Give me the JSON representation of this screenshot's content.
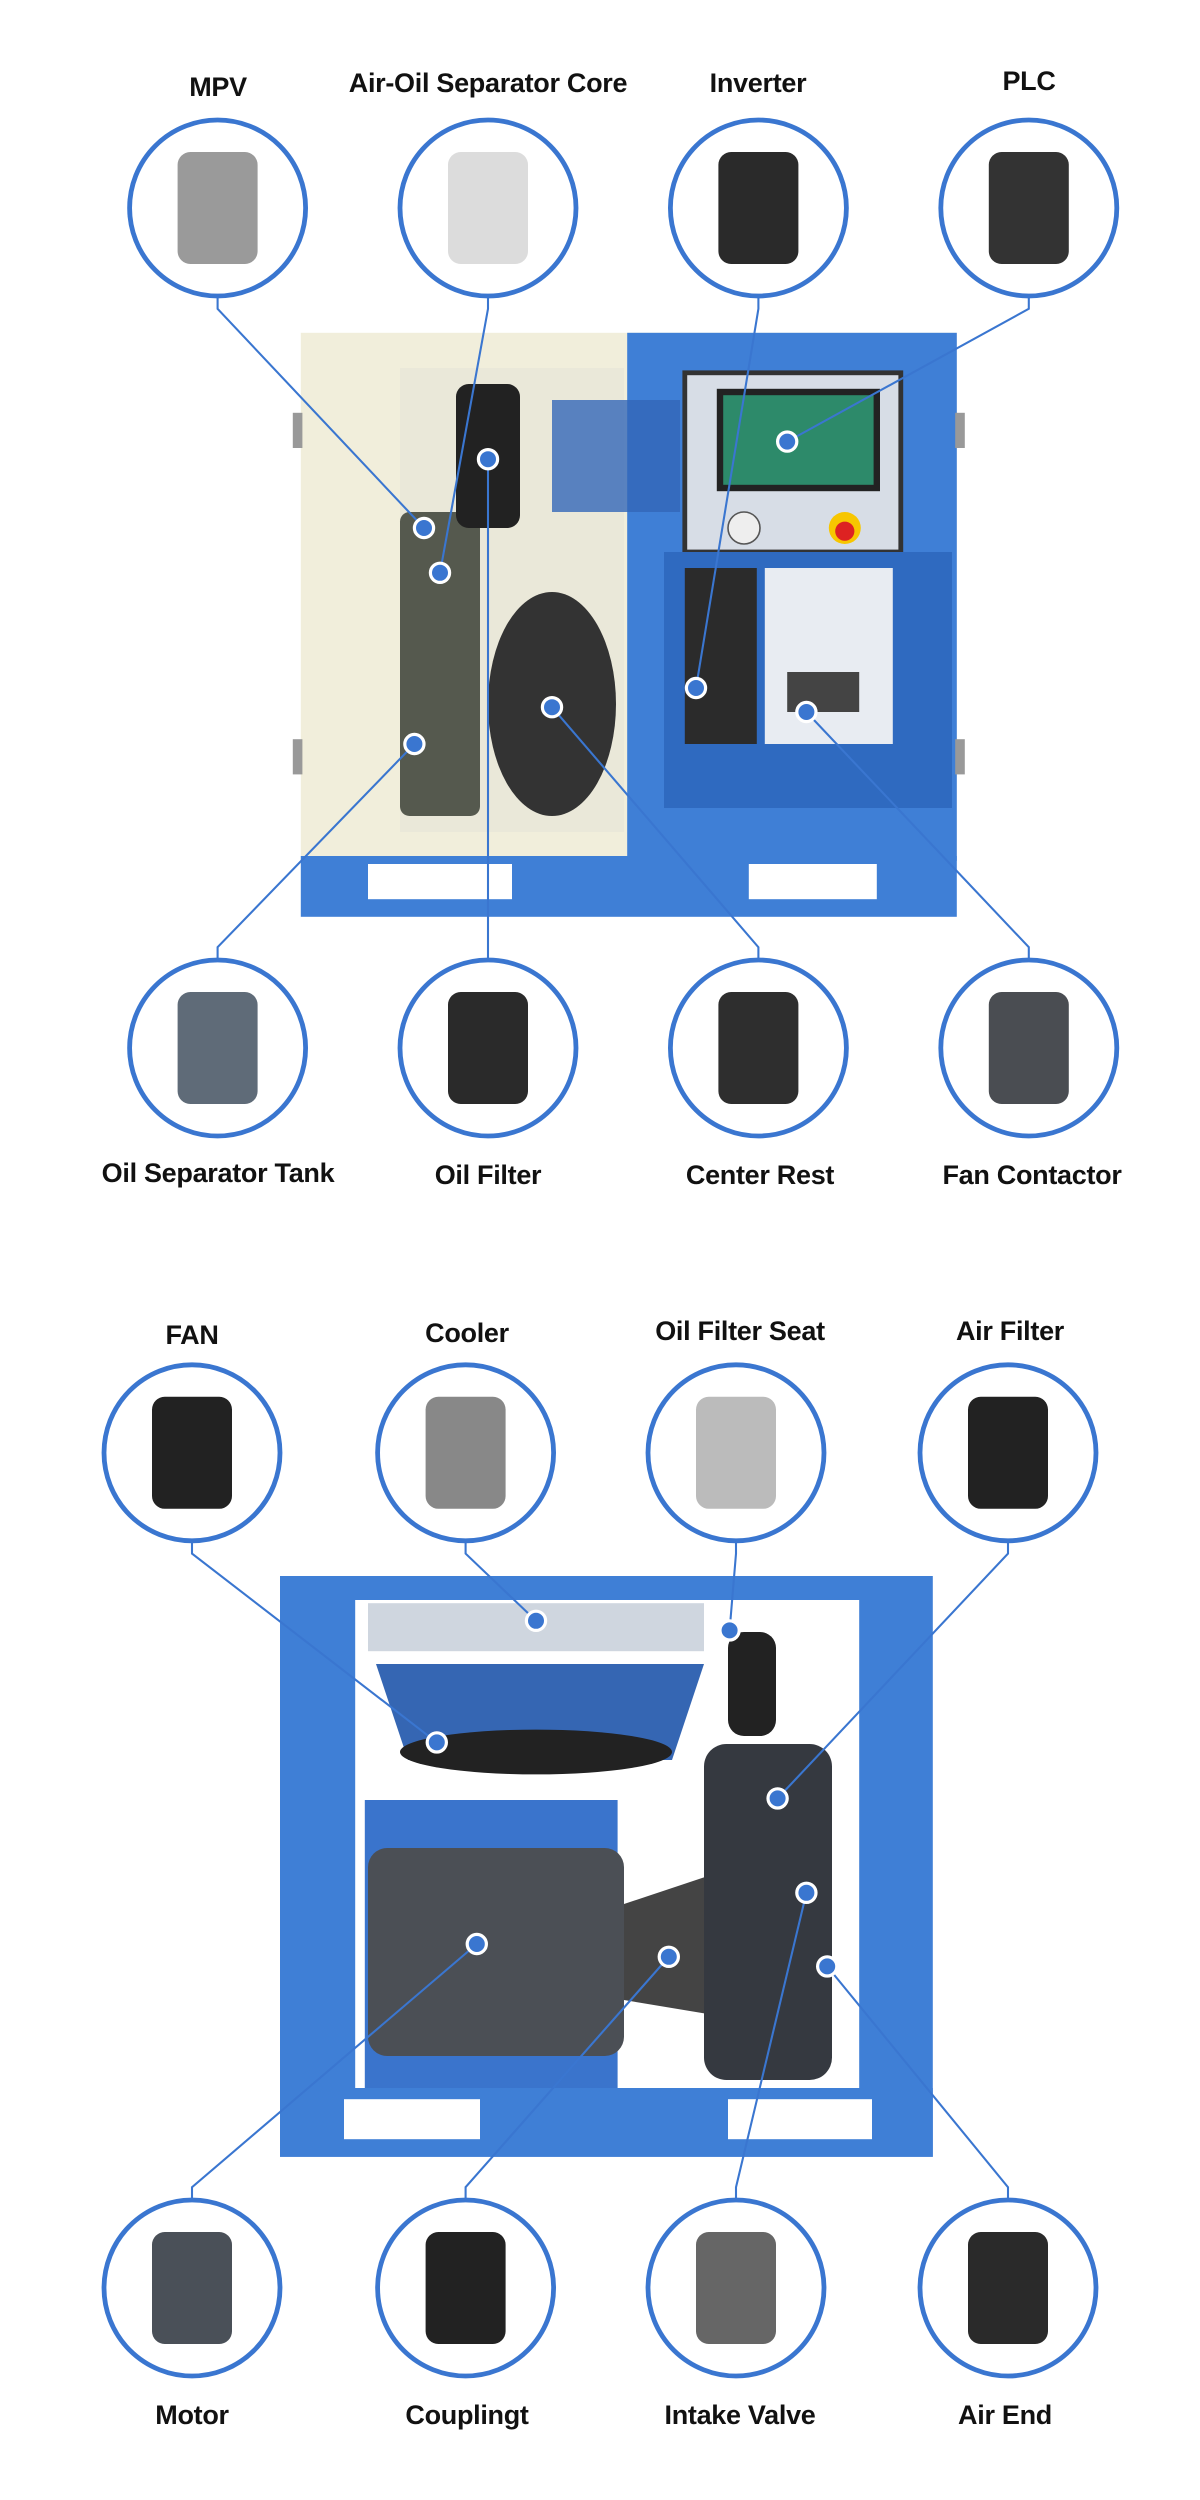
{
  "section1": {
    "top_parts": [
      {
        "label": "MPV"
      },
      {
        "label": "Air-Oil Separator Core"
      },
      {
        "label": "Inverter"
      },
      {
        "label": "PLC"
      }
    ],
    "bottom_parts": [
      {
        "label": "Oil Separator Tank"
      },
      {
        "label": "Oil Filter"
      },
      {
        "label": "Center Rest"
      },
      {
        "label": "Fan Contactor"
      }
    ]
  },
  "section2": {
    "top_parts": [
      {
        "label": "FAN"
      },
      {
        "label": "Cooler"
      },
      {
        "label": "Oil Filter Seat"
      },
      {
        "label": "Air Filter"
      }
    ],
    "bottom_parts": [
      {
        "label": "Motor"
      },
      {
        "label": "Couplingt"
      },
      {
        "label": "Intake Valve"
      },
      {
        "label": "Air End"
      }
    ]
  },
  "colors": {
    "accent": "#3a76d0",
    "machine_blue": "#3f7fd6"
  }
}
